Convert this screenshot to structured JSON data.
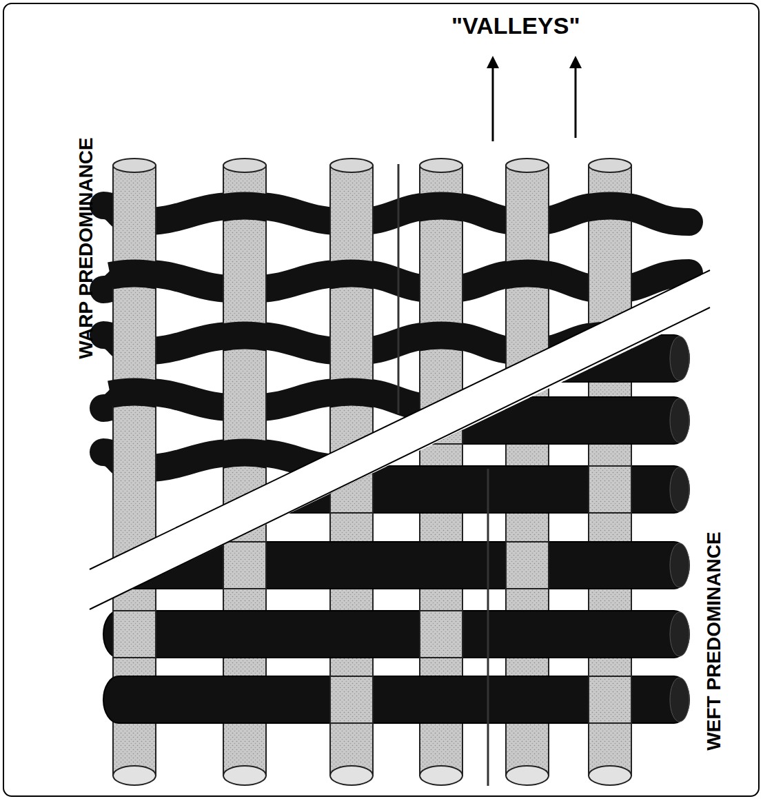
{
  "diagram": {
    "labels": [
      "\"VALLEYS\"",
      "WARP PREDOMINANCE",
      "WEFT PREDOMINANCE"
    ]
  }
}
